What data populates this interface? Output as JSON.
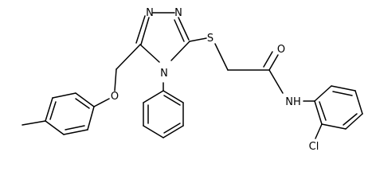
{
  "atom_labels": {
    "n_top_left": "N",
    "n_top_right": "N",
    "n_ring_bottom": "N",
    "sulfur": "S",
    "ether_oxygen": "O",
    "carbonyl_oxygen": "O",
    "amide_nh": "NH",
    "chlorine": "Cl"
  }
}
